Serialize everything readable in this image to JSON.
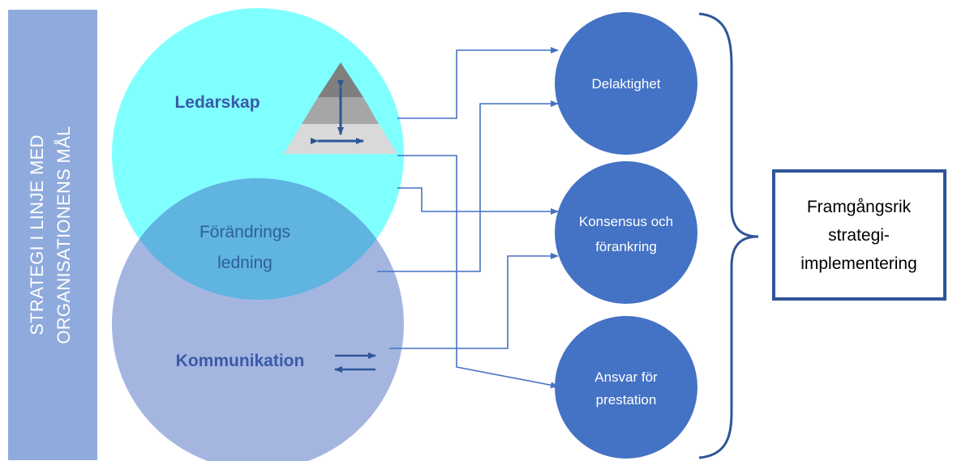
{
  "sidebar": {
    "lines": [
      "STRATEGI I LINJE MED",
      "ORGANISATIONENS MÅL"
    ]
  },
  "venn": {
    "top_label": "Ledarskap",
    "overlap_lines": [
      "Förändrings",
      "ledning"
    ],
    "bottom_label": "Kommunikation"
  },
  "outcomes": [
    {
      "lines": [
        "Delaktighet"
      ]
    },
    {
      "lines": [
        "Konsensus och",
        "förankring"
      ]
    },
    {
      "lines": [
        "Ansvar för",
        "prestation"
      ]
    }
  ],
  "result": {
    "lines": [
      "Framgångsrik",
      "strategi-",
      "implementering"
    ]
  },
  "colors": {
    "sidebar": "#8faadc",
    "leadership_circle": "#80ffff",
    "communication_circle": "#a4b6e0",
    "overlap": "#5fb4e0",
    "outcome_circles": "#4472c4",
    "connectors": "#4472c4",
    "result_border": "#2f5597"
  }
}
